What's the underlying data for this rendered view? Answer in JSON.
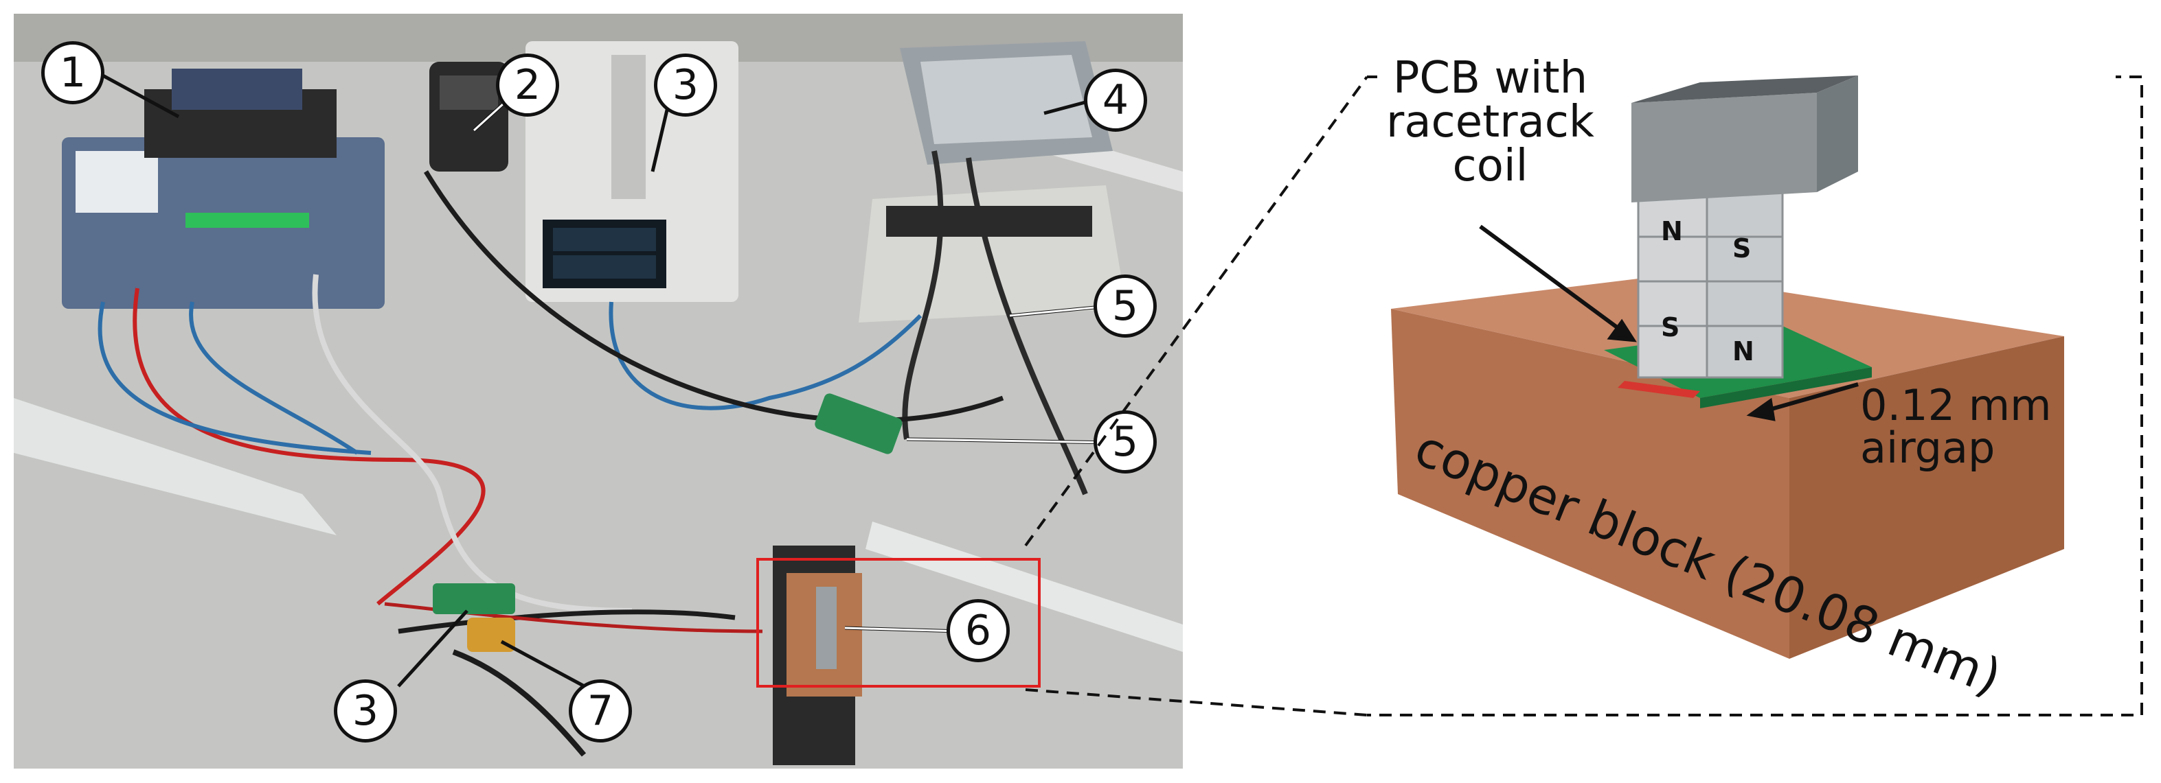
{
  "left_panel": {
    "callouts": [
      {
        "id": "c1",
        "text": "1"
      },
      {
        "id": "c2",
        "text": "2"
      },
      {
        "id": "c3a",
        "text": "3"
      },
      {
        "id": "c4",
        "text": "4"
      },
      {
        "id": "c5a",
        "text": "5"
      },
      {
        "id": "c5b",
        "text": "5"
      },
      {
        "id": "c6",
        "text": "6"
      },
      {
        "id": "c3b",
        "text": "3"
      },
      {
        "id": "c7",
        "text": "7"
      }
    ],
    "highlight_color": "#e02020"
  },
  "right_panel": {
    "pcb_label_lines": [
      "PCB with",
      "racetrack",
      "coil"
    ],
    "airgap_label_lines": [
      "0.12 mm",
      "airgap"
    ],
    "copper_label": "copper block (20.08 mm)",
    "magnet_letters": [
      "N",
      "S",
      "S",
      "N"
    ]
  },
  "colors": {
    "copper": "#b9785a",
    "pcb": "#1f8f4a",
    "magnet": "#d2d4d6",
    "steel_cap": "#8f9496"
  }
}
